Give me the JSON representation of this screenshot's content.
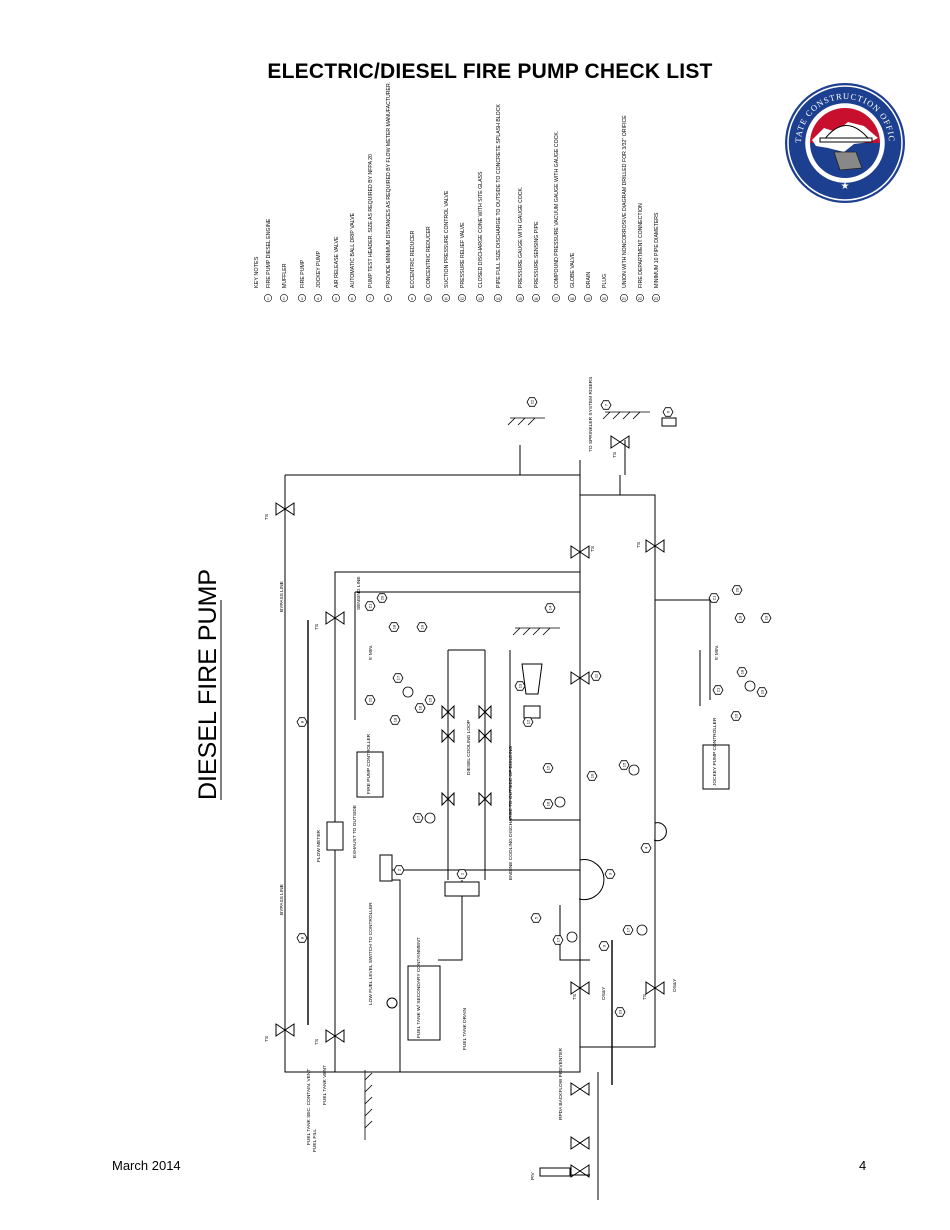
{
  "page": {
    "title": "ELECTRIC/DIESEL FIRE PUMP CHECK LIST",
    "footer_date": "March 2014",
    "page_number": "4"
  },
  "seal": {
    "text": "STATE CONSTRUCTION OFFICE"
  },
  "key_notes": {
    "heading": "KEY NOTES",
    "items": [
      {
        "num": "1",
        "text": "FIRE PUMP DIESEL ENGINE"
      },
      {
        "num": "2",
        "text": "MUFFLER"
      },
      {
        "num": "3",
        "text": "FIRE PUMP"
      },
      {
        "num": "4",
        "text": "JOCKEY PUMP"
      },
      {
        "num": "5",
        "text": "AIR RELEASE VALVE"
      },
      {
        "num": "6",
        "text": "AUTOMATIC BALL DRIP VALVE"
      },
      {
        "num": "7",
        "text": "PUMP TEST HEADER. SIZE AS REQUIRED BY NFPA 20"
      },
      {
        "num": "8",
        "text": "PROVIDE MINIMUM DISTANCES AS REQUIRED BY FLOW METER MANUFACTURER."
      },
      {
        "num": "9",
        "text": "ECCENTRIC REDUCER"
      },
      {
        "num": "10",
        "text": "CONCENTRIC REDUCER"
      },
      {
        "num": "11",
        "text": "SUCTION PRESSURE CONTROL VALVE"
      },
      {
        "num": "12",
        "text": "PRESSURE RELIEF VALVE"
      },
      {
        "num": "13",
        "text": "CLOSED DISCHARGE CONE WITH SITE GLASS"
      },
      {
        "num": "14",
        "text": "PIPE FULL SIZE DISCHARGE TO OUTSIDE TO CONCRETE SPLASH BLOCK"
      },
      {
        "num": "15",
        "text": "PRESSURE GAUGE WITH GAUGE COCK."
      },
      {
        "num": "16",
        "text": "PRESSURE SENSING PIPE"
      },
      {
        "num": "17",
        "text": "COMPOUND PRESSURE VACUUM GAUGE WITH GAUGE COCK."
      },
      {
        "num": "18",
        "text": "GLOBE VALVE"
      },
      {
        "num": "19",
        "text": "DRAIN"
      },
      {
        "num": "20",
        "text": "PLUG"
      },
      {
        "num": "21",
        "text": "UNION WITH NONCORROSIVE DIAGRAM DRILLED FOR 3/32\" ORIFICE"
      },
      {
        "num": "22",
        "text": "FIRE DEPARTMENT CONNECTION"
      },
      {
        "num": "23",
        "text": "MINIMUM 10 PIPE DIAMETERS"
      }
    ]
  },
  "diagram": {
    "title": "DIESEL FIRE PUMP",
    "labels": {
      "bypass_line": "BYPASS LINE",
      "sensing_line": "SENSING LINE",
      "flow_meter": "FLOW METER",
      "fire_pump_controller": "FIRE PUMP CONTROLLER",
      "jockey_pump_controller": "JOCKEY PUMP CONTROLLER",
      "diesel_cooling_loop": "DIESEL COOLING LOOP",
      "exhaust_to_outside": "EXHAUST TO OUTSIDE",
      "engine_cooling_discharge": "ENGINE COOLING DISCHARGE TO OUTSIDE OF BUILDING",
      "low_fuel_level": "LOW FUEL LEVEL SWITCH TO CONTROLLER",
      "fuel_tank": "FUEL TANK W/ SECONDARY CONTAINMENT",
      "fuel_tank_drain": "FUEL TANK DRAIN",
      "fuel_tank_vent": "FUEL TANK VENT",
      "fuel_tank_sec_contain_vent": "FUEL TANK SEC. CONTAIN. VENT",
      "fuel_fill": "FUEL FILL",
      "rpda_backflow": "RPDA BACKFLOW PREVENTER",
      "to_sprinkler": "TO SPRINKLER SYSTEM RISERS",
      "five_min": "5' MIN.",
      "osy": "OS&Y",
      "ts": "TS",
      "piv": "PIV"
    }
  }
}
